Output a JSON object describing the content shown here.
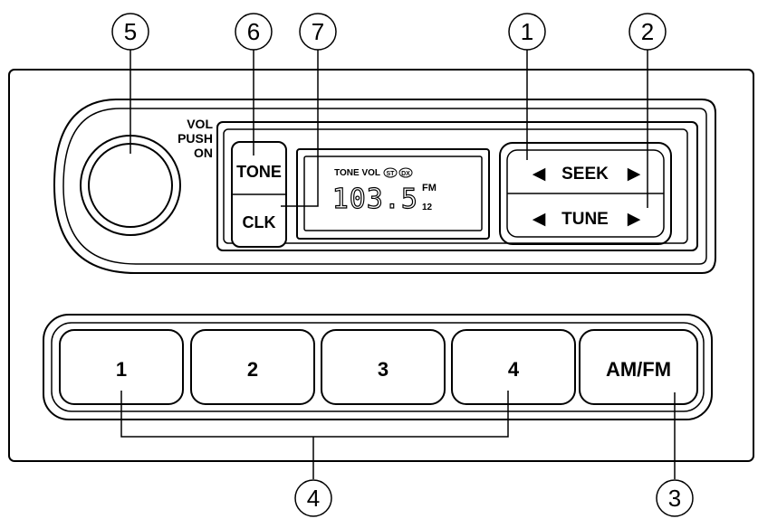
{
  "callouts": [
    "1",
    "2",
    "3",
    "4",
    "5",
    "6",
    "7"
  ],
  "knob": {
    "label_line1": "VOL",
    "label_line2": "PUSH",
    "label_line3": "ON"
  },
  "buttons": {
    "tone": "TONE",
    "clk": "CLK",
    "seek": "SEEK",
    "tune": "TUNE",
    "left_arrow": "◀",
    "right_arrow": "▶",
    "presets": [
      "1",
      "2",
      "3",
      "4"
    ],
    "band": "AM/FM"
  },
  "display": {
    "indicators": "TONE VOL",
    "st_badge": "ST",
    "dx_badge": "DX",
    "frequency": "103.5",
    "band": "FM",
    "preset_number": "12"
  }
}
